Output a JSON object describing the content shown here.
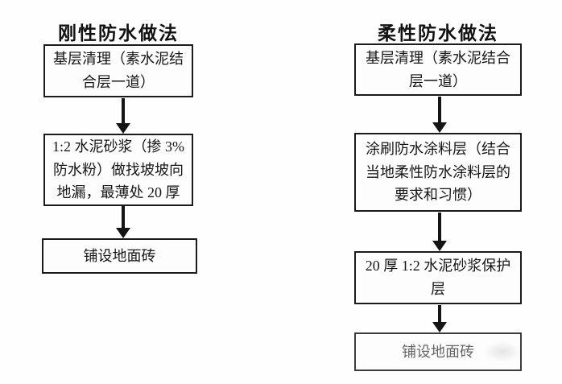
{
  "page": {
    "background_color": "#fefefe",
    "line_color": "#1b1b1b",
    "text_color": "#161616"
  },
  "left_flow": {
    "title": "刚性防水做法",
    "steps": [
      {
        "text": "基层清理（素水泥结合层一道）"
      },
      {
        "text": "1:2 水泥砂浆（掺 3% 防水粉）做找坡坡向地漏，最薄处 20 厚"
      },
      {
        "text": "铺设地面砖"
      }
    ]
  },
  "right_flow": {
    "title": "柔性防水做法",
    "steps": [
      {
        "text": "基层清理（素水泥结合层一道）"
      },
      {
        "text": "涂刷防水涂料层（结合当地柔性防水涂料层的要求和习惯）"
      },
      {
        "text": "20 厚 1:2 水泥砂浆保护层"
      },
      {
        "text": "铺设地面砖"
      }
    ]
  }
}
